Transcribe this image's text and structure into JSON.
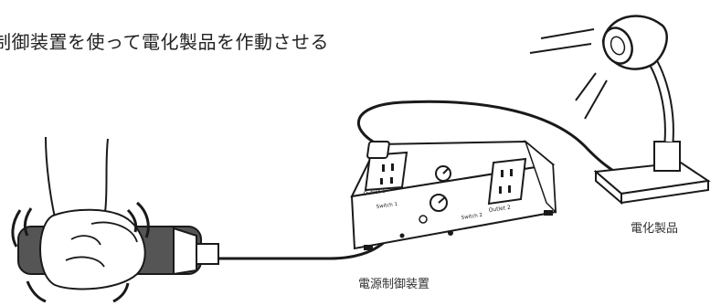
{
  "title": "制御装置を使って電化製品を作動させる",
  "labels": {
    "appliance": "電化製品",
    "controller": "電源制御装置"
  },
  "panel": {
    "outlet1": "Outlet 1",
    "outlet2": "Outlet 2",
    "switch1": "Switch 1",
    "switch2": "Switch 2"
  },
  "icons": [
    "hand-icon",
    "shaking-device-icon",
    "power-controller-icon",
    "desk-lamp-icon",
    "light-beam-icon",
    "cable-icon",
    "outlet-icon",
    "dial-icon"
  ],
  "colors": {
    "line": "#1a1a1a",
    "device_body": "#555555",
    "base": "#ffffff"
  }
}
